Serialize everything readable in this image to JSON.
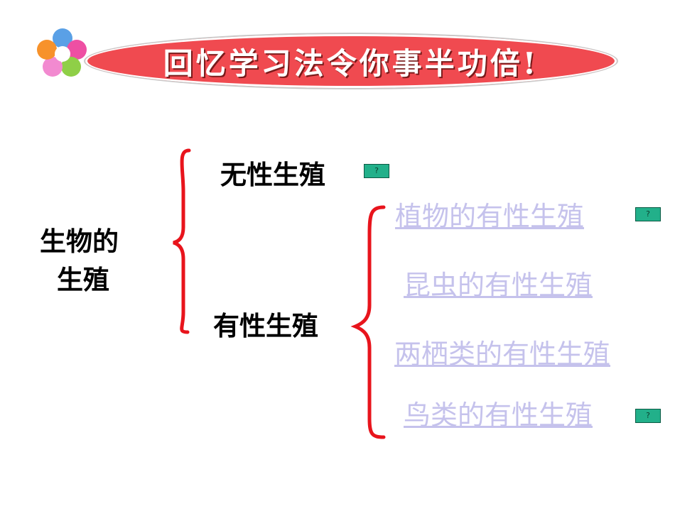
{
  "title": "回忆学习法令你事半功倍!",
  "root": {
    "line1": "生物的",
    "line2": "生殖"
  },
  "branches": {
    "asexual": "无性生殖",
    "sexual": "有性生殖"
  },
  "sexual_items": [
    {
      "label": "植物的有性生殖"
    },
    {
      "label": "昆虫的有性生殖"
    },
    {
      "label": "两栖类的有性生殖"
    },
    {
      "label": "鸟类的有性生殖"
    }
  ],
  "help_button_label": "?",
  "colors": {
    "banner": "#f04a50",
    "brace": "#e8141c",
    "link": "#c5c2ec",
    "button": "#22b08a"
  }
}
